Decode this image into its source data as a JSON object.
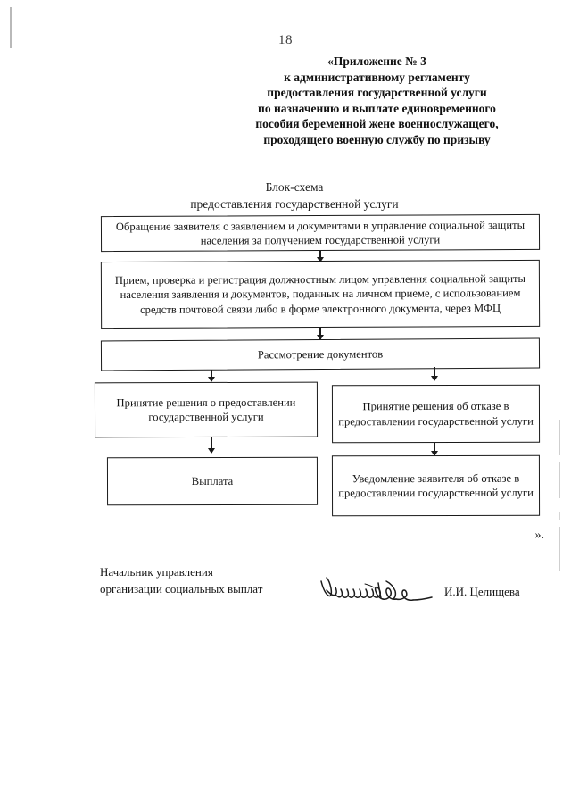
{
  "document": {
    "page_number": "18",
    "closing_quote": "».",
    "appendix_heading": [
      "«Приложение № 3",
      "к административному регламенту",
      "предоставления государственной услуги",
      "по назначению и выплате единовременного",
      "пособия беременной жене военнослужащего,",
      "проходящего военную службу по призыву"
    ],
    "scheme_title": [
      "Блок-схема",
      "предоставления государственной услуги"
    ]
  },
  "flowchart": {
    "boxes": [
      {
        "id": "application-submission",
        "text": "Обращение заявителя с заявлением и документами в управление социальной защиты населения за получением государственной услуги"
      },
      {
        "id": "acceptance-check-registration",
        "text": "Прием, проверка и регистрация должностным лицом управления социальной защиты населения заявления и документов, поданных на личном приеме, с использованием средств почтовой связи либо в форме электронного документа, через МФЦ"
      },
      {
        "id": "document-review",
        "text": "Рассмотрение документов"
      },
      {
        "id": "decision-grant",
        "text": "Принятие решения о предоставлении государственной услуги"
      },
      {
        "id": "decision-refusal",
        "text": "Принятие решения об отказе в предоставлении государственной услуги"
      },
      {
        "id": "payment",
        "text": "Выплата"
      },
      {
        "id": "refusal-notification",
        "text": "Уведомление заявителя об отказе в предоставлении государственной услуги"
      }
    ]
  },
  "signature": {
    "position_lines": [
      "Начальник управления",
      "организации социальных выплат"
    ],
    "name": "И.И. Целищева"
  }
}
